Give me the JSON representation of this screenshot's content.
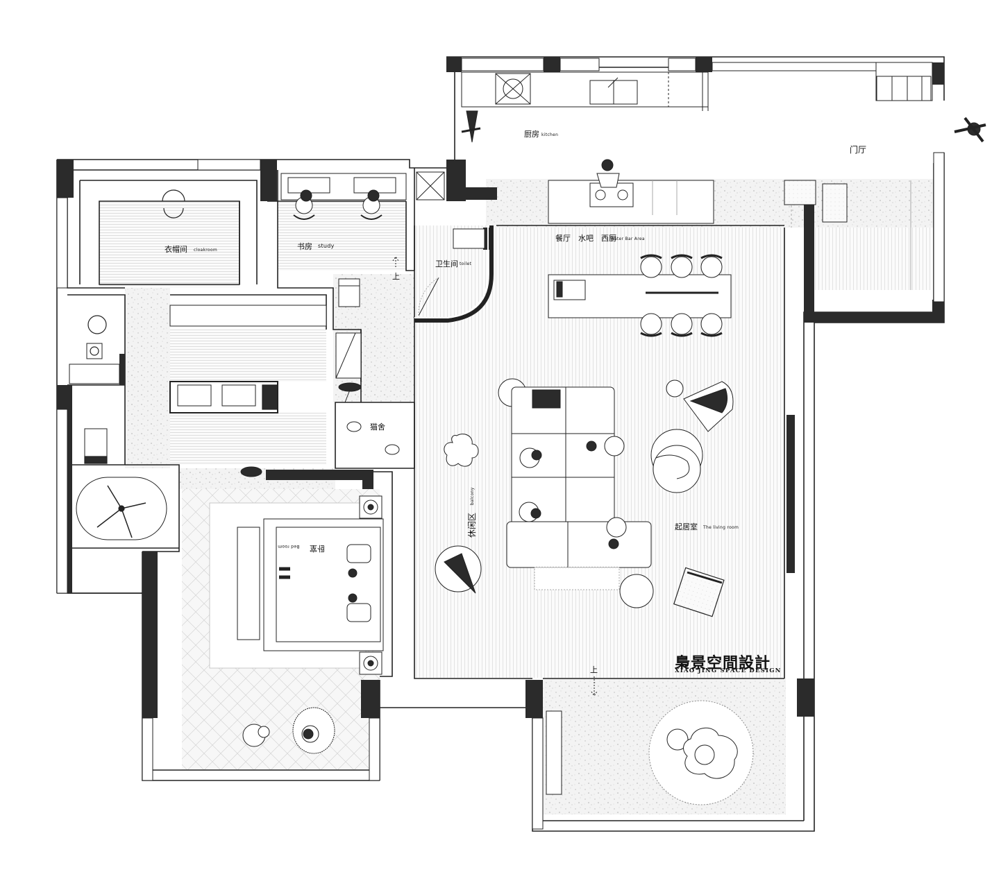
{
  "rooms": {
    "cloakroom": {
      "zh": "衣帽间",
      "en": "cloakroom"
    },
    "study": {
      "zh": "书房",
      "en": "study"
    },
    "toilet": {
      "zh": "卫生间",
      "en": "toilet"
    },
    "kitchen": {
      "zh": "厨房",
      "en": "kitchen"
    },
    "entrance": {
      "zh": "门厅"
    },
    "dining": {
      "zh": "餐厅　水吧　西厨",
      "en": "Water Bar Area"
    },
    "cat_house": {
      "zh": "猫舍"
    },
    "leisure": {
      "zh": "休闲区",
      "en": "balcony"
    },
    "living": {
      "zh": "起居室",
      "en": "The living room"
    },
    "bedroom": {
      "zh": "卧室",
      "en": "Bed room"
    }
  },
  "markers": {
    "up_study": "上",
    "up_living": "上"
  },
  "brand": {
    "name_zh": "梟景空間設計",
    "name_en": "XIAO JING SPACE DESIGN"
  },
  "colors": {
    "wall": "#2b2b2b",
    "line": "#222222",
    "floor_terrazzo": "#f1f1f1",
    "background": "#ffffff"
  }
}
